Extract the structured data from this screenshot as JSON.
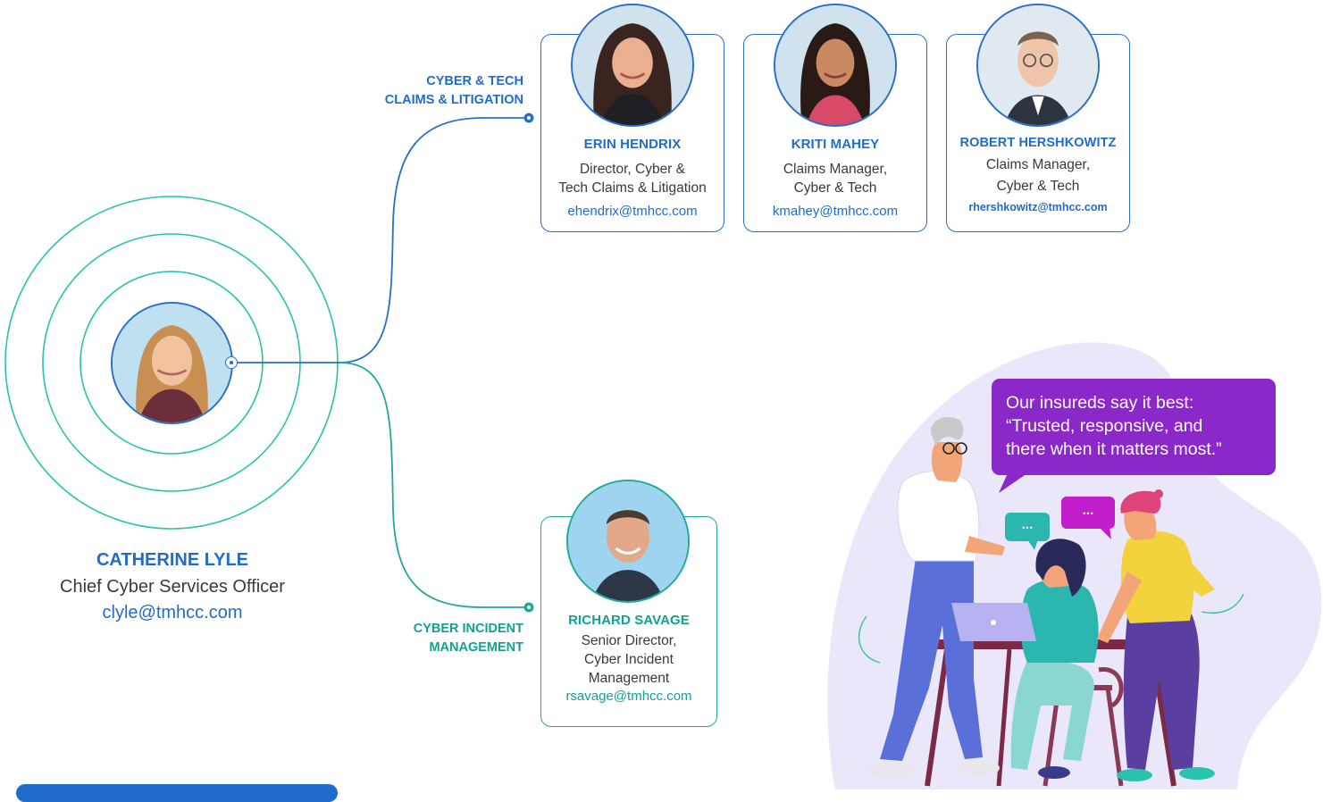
{
  "leader": {
    "name": "CATHERINE LYLE",
    "title": "Chief Cyber Services Officer",
    "email": "clyle@tmhcc.com"
  },
  "branches": {
    "claims": {
      "line1": "CYBER & TECH",
      "line2": "CLAIMS & LITIGATION"
    },
    "incident": {
      "line1": "CYBER INCIDENT",
      "line2": "MANAGEMENT"
    }
  },
  "team": [
    {
      "name": "ERIN HENDRIX",
      "title_lines": [
        "Director, Cyber &",
        "Tech Claims & Litigation"
      ],
      "email": "ehendrix@tmhcc.com"
    },
    {
      "name": "KRITI MAHEY",
      "title_lines": [
        "Claims Manager,",
        "Cyber & Tech"
      ],
      "email": "kmahey@tmhcc.com"
    },
    {
      "name": "ROBERT HERSHKOWITZ",
      "title_lines": [
        "Claims Manager,",
        "Cyber & Tech"
      ],
      "email": "rhershkowitz@tmhcc.com"
    },
    {
      "name": "RICHARD SAVAGE",
      "title_lines": [
        "Senior Director,",
        "Cyber Incident",
        "Management"
      ],
      "email": "rsavage@tmhcc.com"
    }
  ],
  "quote": {
    "lines": [
      "Our insureds say it best:",
      "“Trusted, responsive, and",
      "there when it matters most.”"
    ]
  },
  "chat_bubbles": {
    "teal": "...",
    "magenta": "..."
  },
  "colors": {
    "blue": "#1f6ccb",
    "teal": "#12a18f",
    "purple": "#8b28c9",
    "magenta": "#c21ecb",
    "lavender": "#ebe7fb"
  }
}
